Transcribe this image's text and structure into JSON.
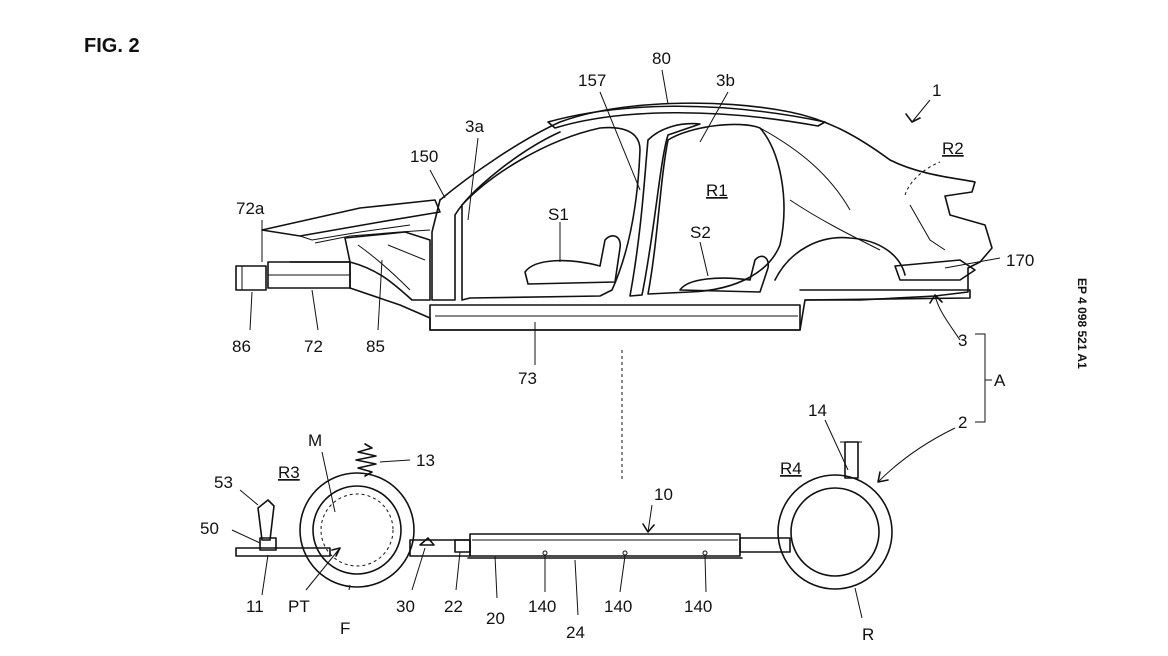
{
  "figure": {
    "title": "FIG. 2",
    "side_text": "EP 4 098 521 A1"
  },
  "labels": {
    "n80": "80",
    "n157": "157",
    "n3b": "3b",
    "n1": "1",
    "n3a": "3a",
    "n150": "150",
    "R2": "R2",
    "R1": "R1",
    "n72a": "72a",
    "S1": "S1",
    "S2": "S2",
    "n170": "170",
    "n86": "86",
    "n72": "72",
    "n85": "85",
    "n3": "3",
    "A": "A",
    "n73": "73",
    "n14": "14",
    "n2": "2",
    "M": "M",
    "n13": "13",
    "R3": "R3",
    "R4": "R4",
    "n53": "53",
    "n10": "10",
    "n50": "50",
    "n11": "11",
    "PT": "PT",
    "F": "F",
    "n30": "30",
    "n22": "22",
    "n20": "20",
    "n140a": "140",
    "n140b": "140",
    "n140c": "140",
    "n24": "24",
    "R": "R"
  }
}
